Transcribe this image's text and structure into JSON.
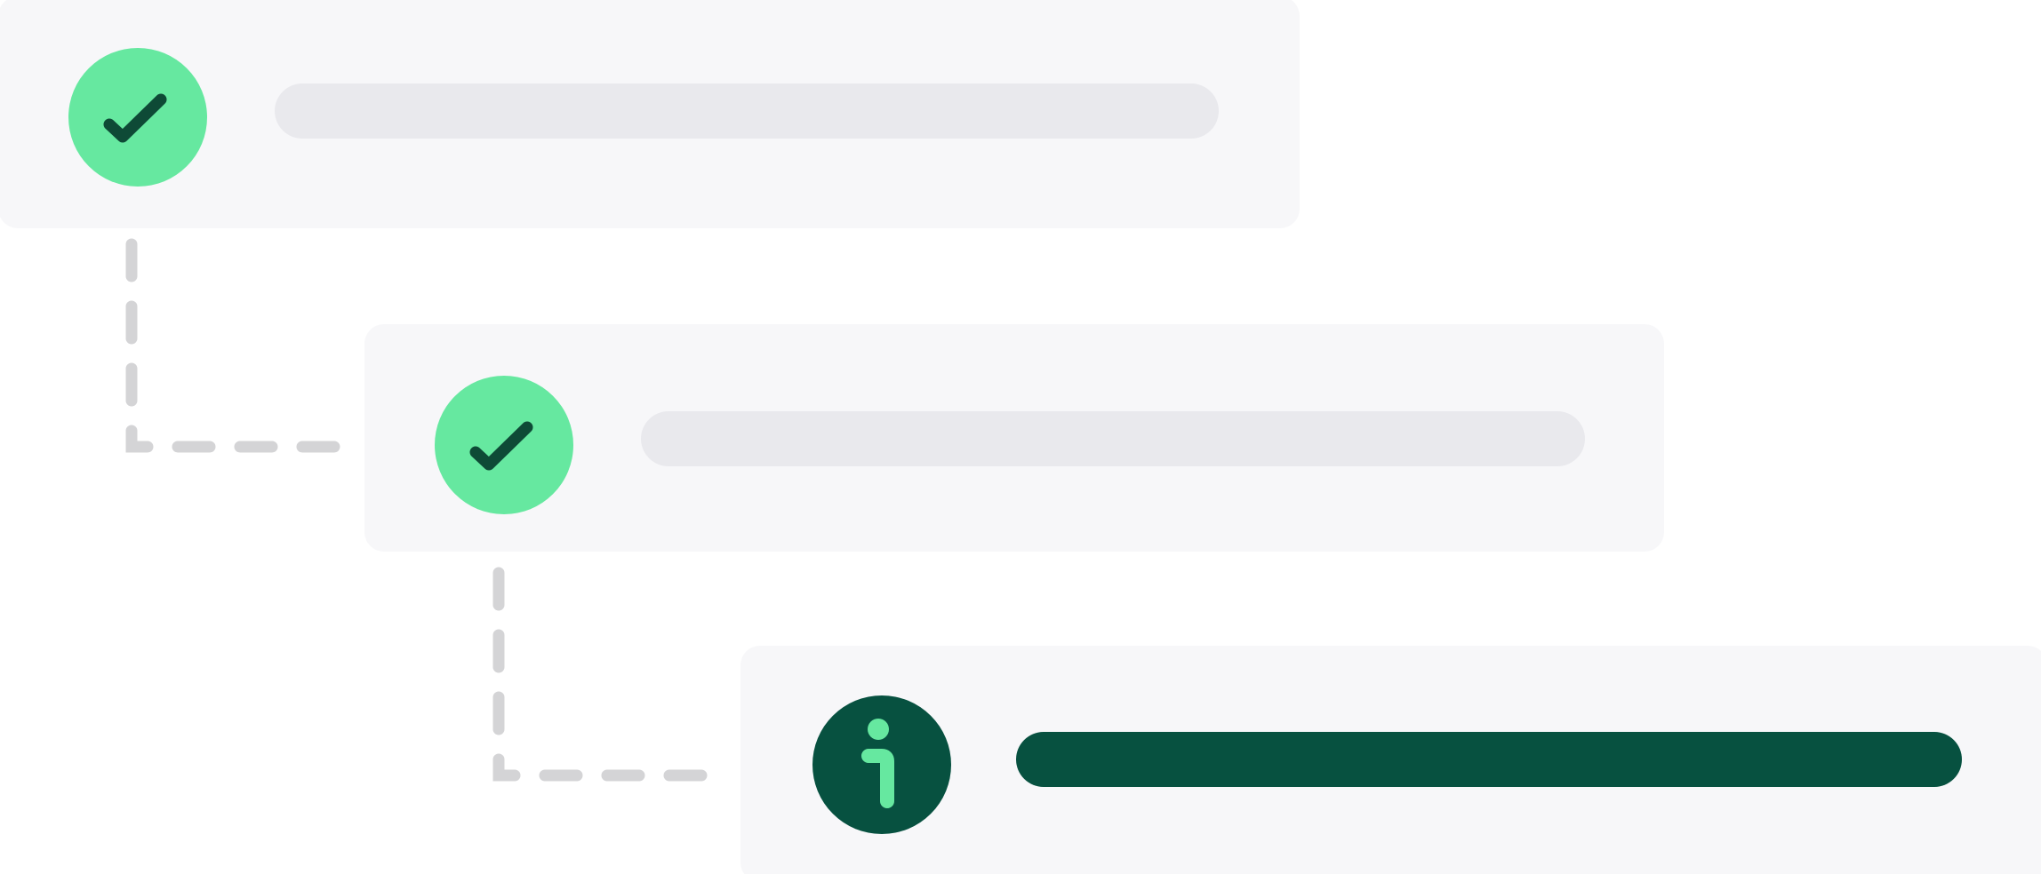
{
  "colors": {
    "background": "#ffffff",
    "card_background": "#f7f7f9",
    "placeholder_bar": "#e9e9ed",
    "success_circle": "#66e8a0",
    "success_check": "#0e4a36",
    "info_circle": "#075140",
    "info_glyph": "#66e8a0",
    "info_bar": "#075140",
    "connector": "#d4d4d6"
  },
  "steps": [
    {
      "status": "success",
      "icon": "check-icon",
      "bar_style": "placeholder"
    },
    {
      "status": "success",
      "icon": "check-icon",
      "bar_style": "placeholder"
    },
    {
      "status": "info",
      "icon": "info-icon",
      "bar_style": "highlight"
    }
  ]
}
